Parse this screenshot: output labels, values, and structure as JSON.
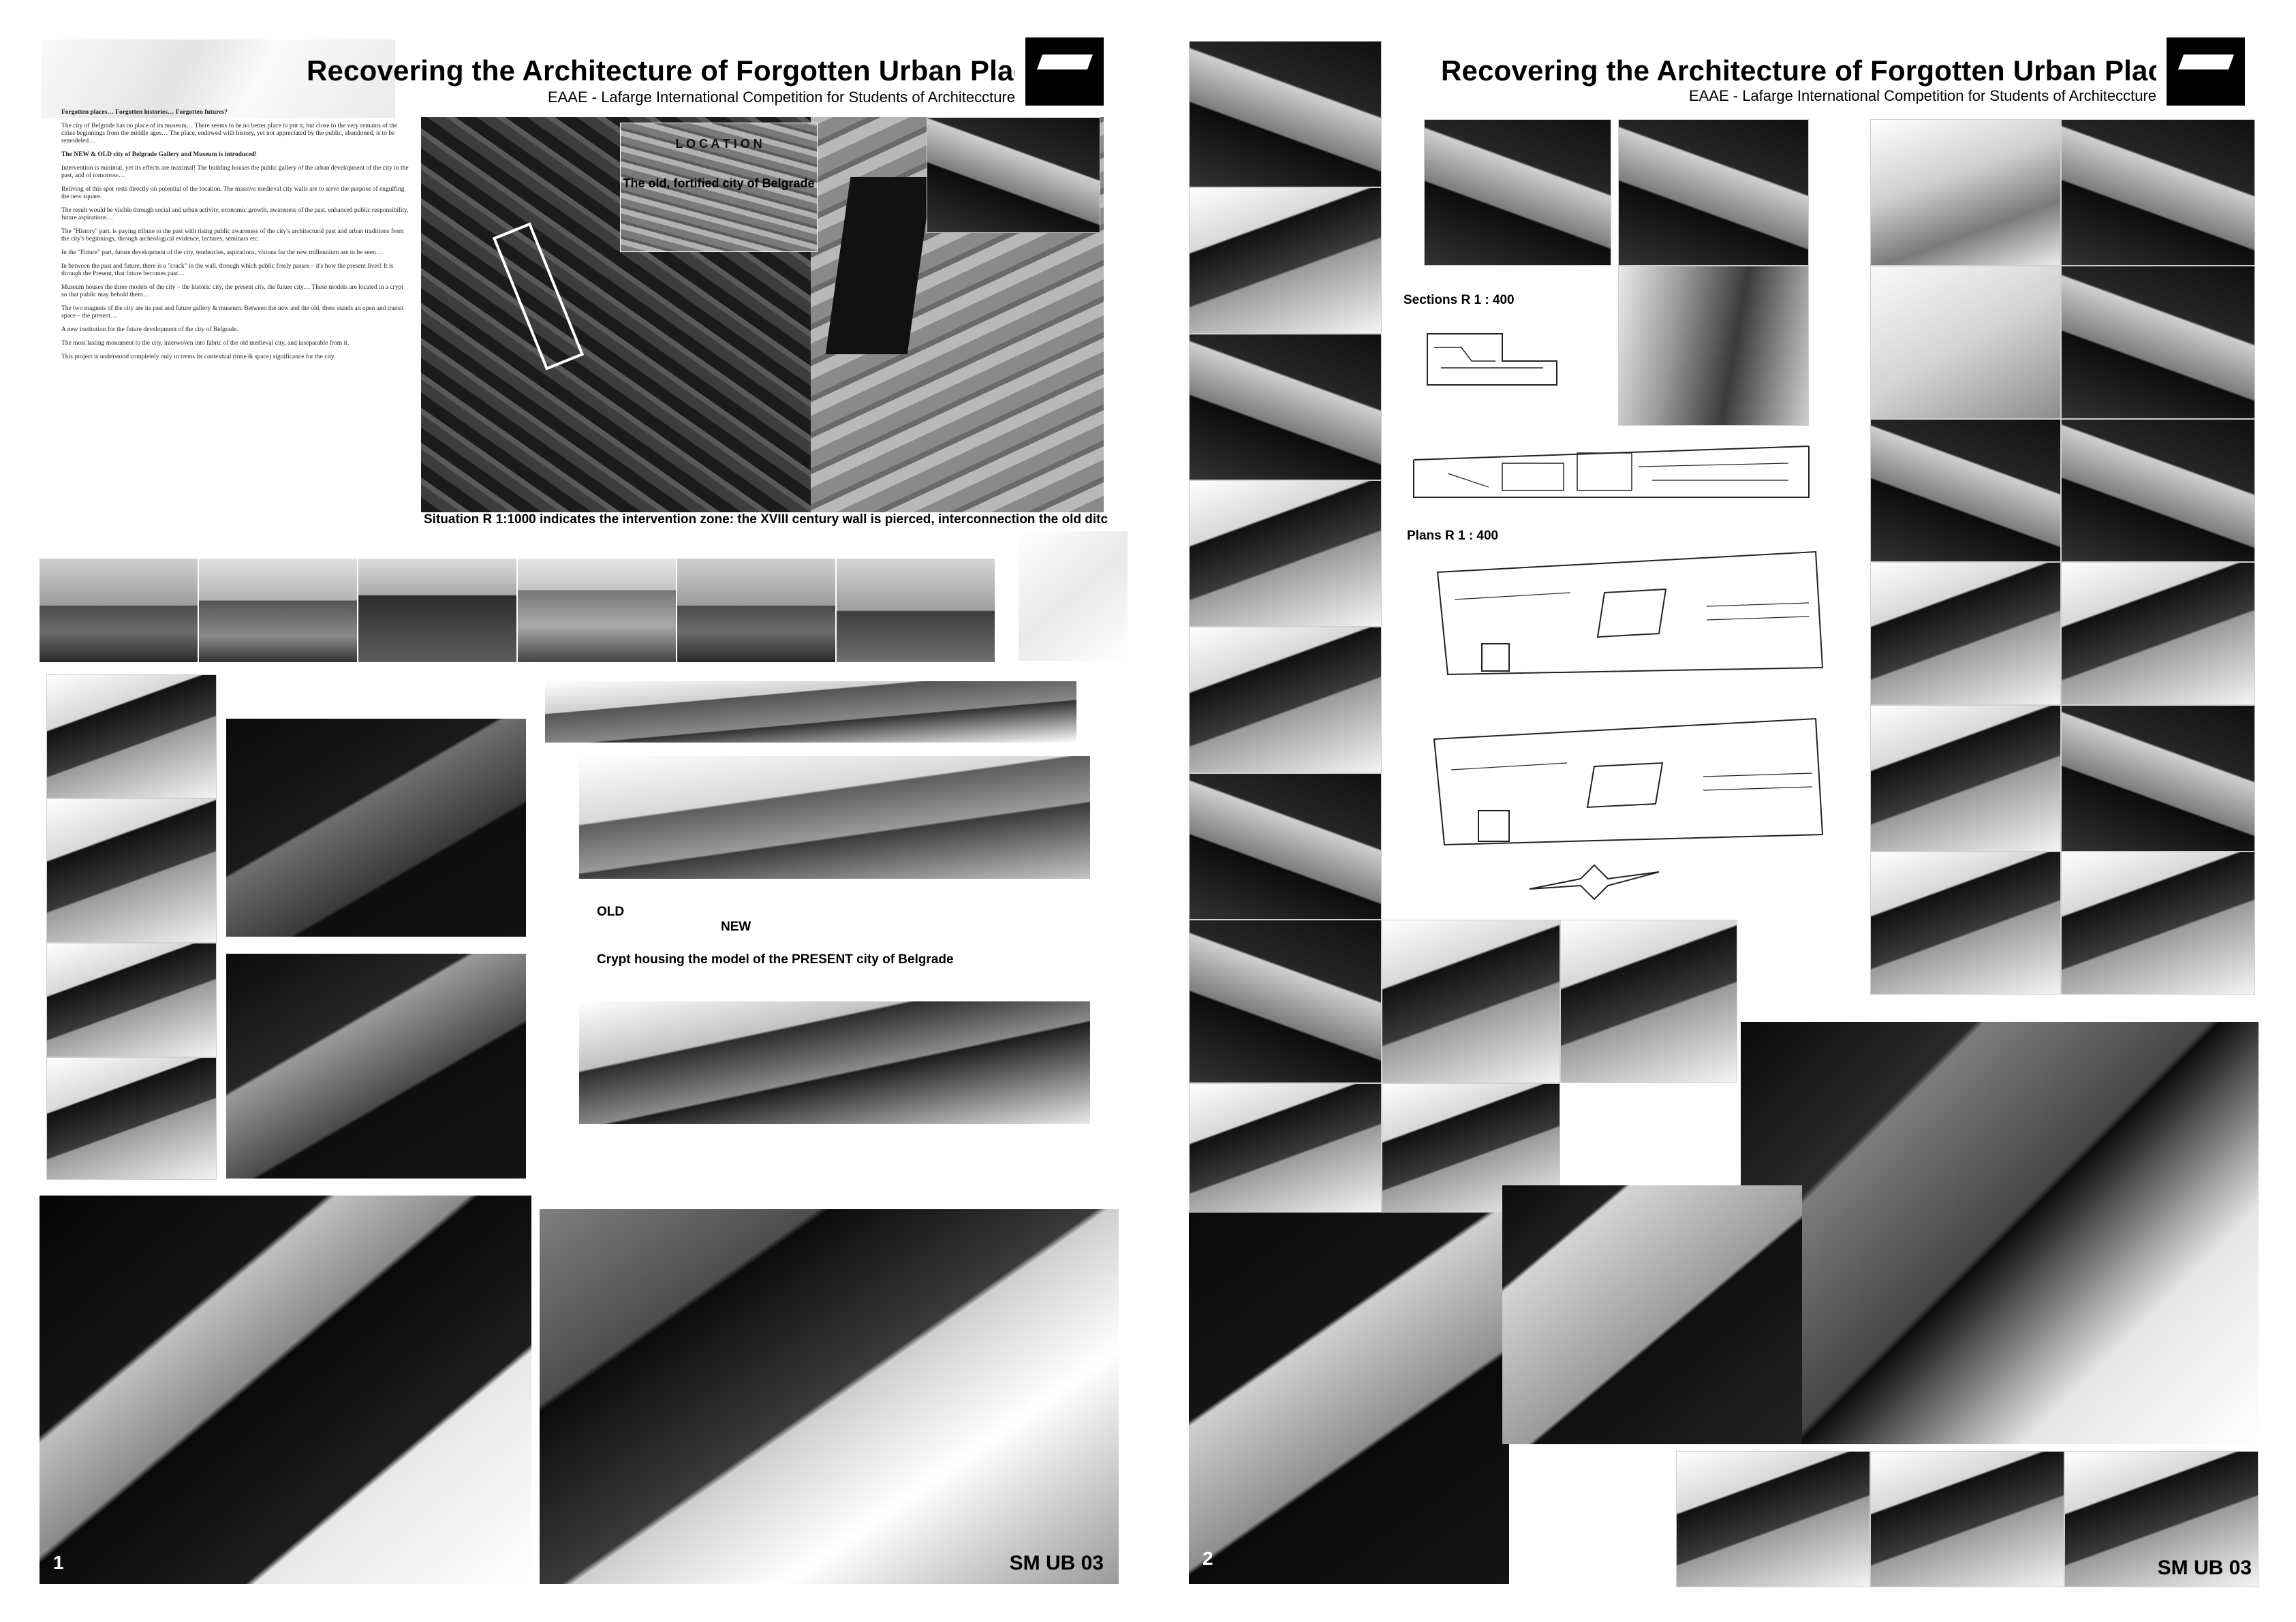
{
  "sheet1": {
    "title": "Recovering the Architecture of Forgotten Urban  Places",
    "subtitle": "EAAE - Lafarge International Competition for Students of Architeccture",
    "location_heading": "L O C A T I O N",
    "location_caption": "The old, fortified city of Belgrade",
    "situation_caption": "Situation R 1:1000    indicates the intervention zone: the XVIII century wall is pierced, interconnection the old ditches",
    "label_old": "OLD",
    "label_new": "NEW",
    "crypt_caption": "Crypt housing the model of the PRESENT city of Belgrade",
    "page_number": "1",
    "code": "SM UB 03",
    "text_paragraphs": [
      "Forgotten places… Forgotten histories… Forgotten futures?",
      "The city of Belgrade has no place of its museum… There seems to be no better place to put it, but close to the very remains of the cities beginnings from the middle ages… The place, endowed with history, yet not appreciated by the public, abandoned, is to be remodeled…",
      "The NEW & OLD city of Belgrade Gallery and Museum is introduced!",
      "Intervention is minimal, yet its effects are maximal! The building houses the public gallery of the urban development of the city in the past, and of tomorrow…",
      "Reliving of this spot rests directly on potential of the location. The massive medieval city walls are to serve the purpose of engulfing the new square.",
      "The result would be visible through social and urban activity, economic growth, awareness of the past, enhanced public responsibility, future aspirations…",
      "The \"History\" part, is paying tribute to the past with rising public awareness of the city's architectural past and urban traditions from the city's beginnings, through archeological evidence, lectures, seminars etc.",
      "In the \"Future\" part, future development of the city, tendencies, aspirations, visions for the new millennium are to be seen…",
      "In between the past and future, there is a \"crack\" in the wall, through which public freely passes – it's how the present lives! It is through the Present, that future becomes past…",
      "Museum houses the three models of the city – the historic city, the present city, the future city… These models are located in a crypt so that public may behold them…",
      "The two magnets of the city are its past and future gallery & museum. Between the new and the old, there stands an open and transit space – the present…",
      "A new institution for the future development of the city of Belgrade.",
      "The most lasting monument to the city, interwoven into fabric of the old medieval city, and inseparable from it.",
      "This project is understood completely only in terms its contextual (time & space) significance for the city."
    ]
  },
  "sheet2": {
    "title": "Recovering the Architecture of Forgotten Urban  Places",
    "subtitle": "EAAE - Lafarge International Competition for Students of Architeccture",
    "sections_label": "Sections   R 1 : 400",
    "plans_label": "Plans   R 1 : 400",
    "page_number": "2",
    "code": "SM UB 03"
  },
  "icons": [
    "logo-mark",
    "site-photo",
    "render-view",
    "plan-drawing",
    "section-drawing"
  ],
  "colors": {
    "ink": "#000000",
    "paper": "#ffffff",
    "dark_render": "#0a0a0a"
  }
}
